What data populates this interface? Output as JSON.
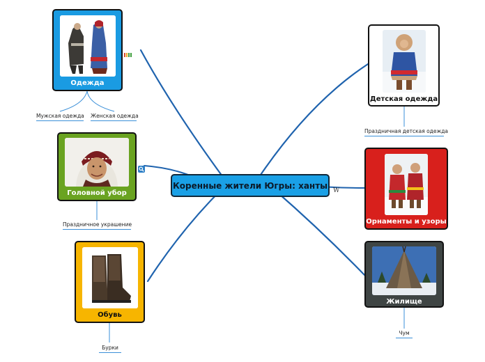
{
  "central": {
    "label": "Коренные жители Югры: ханты"
  },
  "topics": {
    "clothing": {
      "label": "Одежда",
      "color": "#1a9be2"
    },
    "headwear": {
      "label": "Головной убор",
      "color": "#6aa321"
    },
    "shoes": {
      "label": "Обувь",
      "color": "#f7b500"
    },
    "kids": {
      "label": "Детская одежда",
      "color": "#ffffff"
    },
    "ornaments": {
      "label": "Орнаменты и узоры",
      "color": "#d8201c"
    },
    "dwelling": {
      "label": "Жилище",
      "color": "#3f4544"
    }
  },
  "subtopics": {
    "mens": "Мужская одежда",
    "womens": "Женская одежда",
    "festive_decoration": "Праздничное  украшение",
    "burki": "Бурки",
    "festive_kids": "Праздничная детская одежда",
    "chum": "Чум"
  },
  "icons": {
    "clothing_link": "progress-bars-icon",
    "headwear_link": "magnifier-icon",
    "ornaments_link": "wikipedia-icon"
  },
  "link_color": "#1b5fa8"
}
